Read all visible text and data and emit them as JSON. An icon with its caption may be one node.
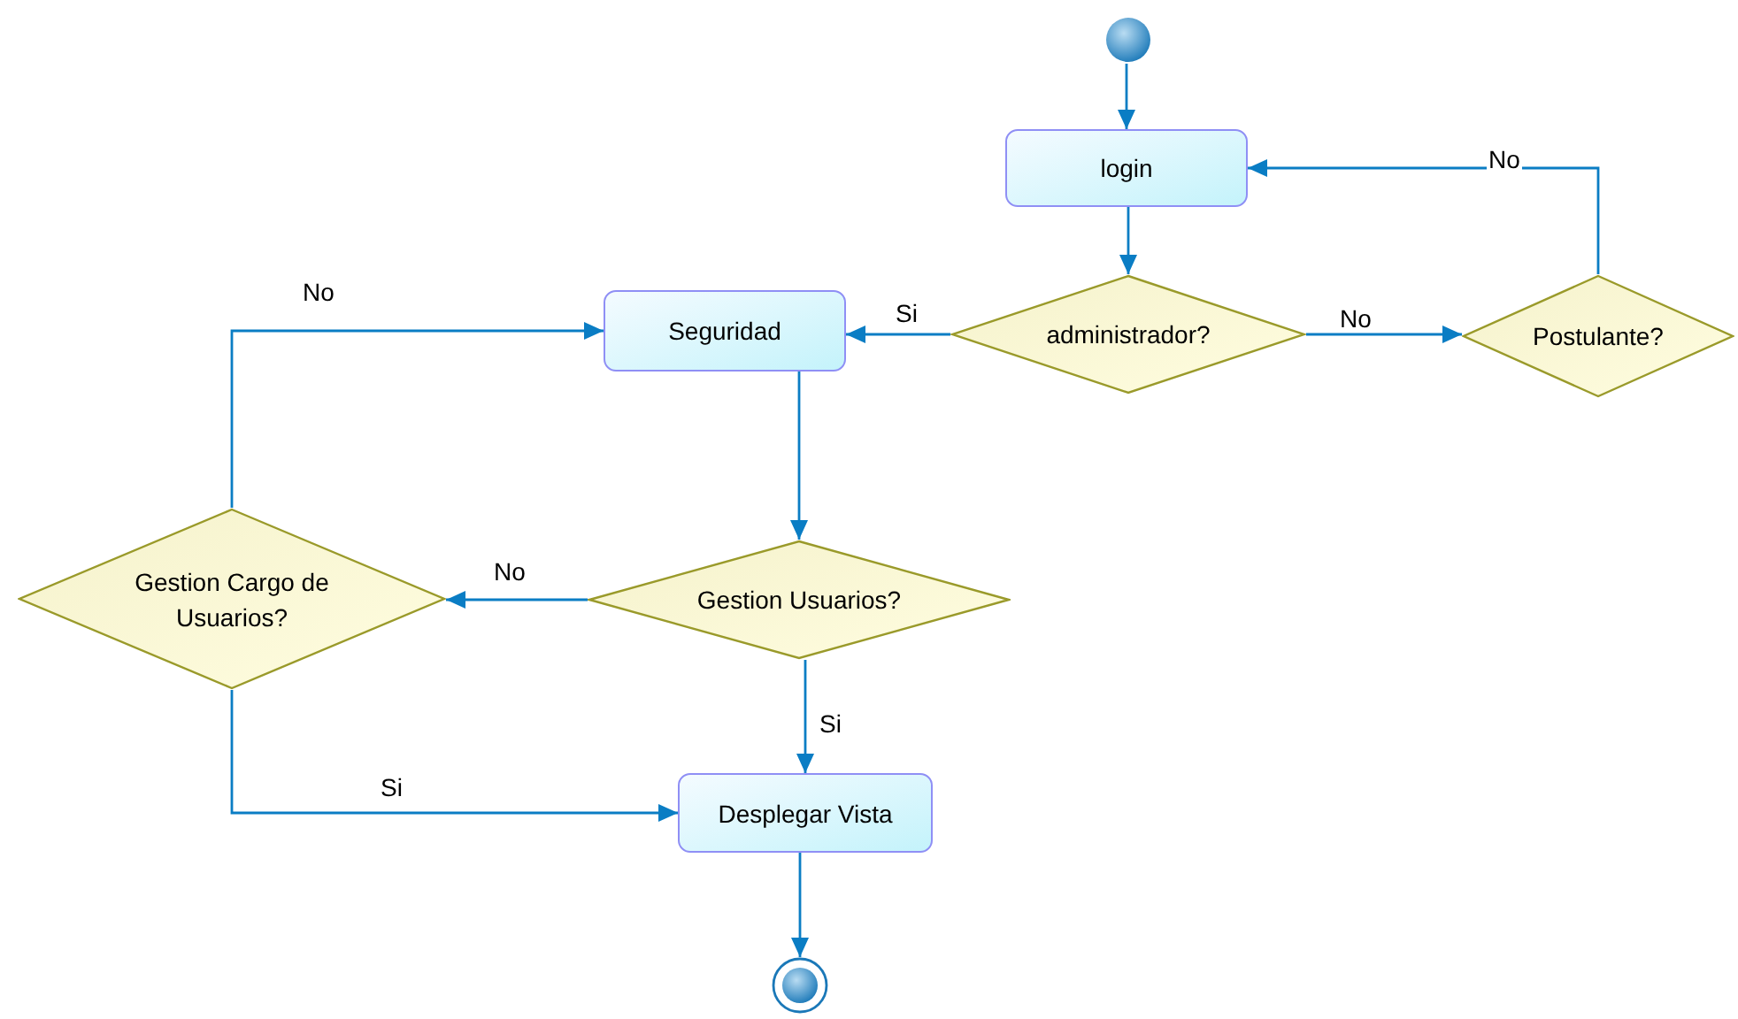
{
  "diagram": {
    "nodes": [
      {
        "text": [],
        "shape": "circle"
      },
      {
        "text": [
          "login"
        ]
      },
      {
        "text": [
          "administrador?"
        ]
      },
      {
        "text": [
          "Postulante?"
        ]
      },
      {
        "text": [
          "Seguridad"
        ]
      },
      {
        "text": [
          "Gestion Usuarios?"
        ]
      },
      {
        "text": [
          "Gestion Cargo de Usuarios?"
        ]
      },
      {
        "text": [
          "Desplegar Vista"
        ]
      },
      {
        "text": [],
        "shape": "circle"
      }
    ],
    "edges": [
      {
        "from": 0,
        "to": 1,
        "arrow": "to"
      },
      {
        "from": 1,
        "to": 2,
        "arrow": "to"
      },
      {
        "from": 2,
        "to": 4,
        "arrow": "to",
        "label": "Si"
      },
      {
        "from": 2,
        "to": 3,
        "arrow": "to",
        "label": "No"
      },
      {
        "from": 3,
        "to": 1,
        "arrow": "to",
        "label": "No"
      },
      {
        "from": 4,
        "to": 5,
        "arrow": "to"
      },
      {
        "from": 5,
        "to": 6,
        "arrow": "to",
        "label": "No"
      },
      {
        "from": 5,
        "to": 7,
        "arrow": "to",
        "label": "Si"
      },
      {
        "from": 6,
        "to": 4,
        "arrow": "to",
        "label": "No"
      },
      {
        "from": 6,
        "to": 7,
        "arrow": "to",
        "label": "Si"
      },
      {
        "from": 7,
        "to": 8,
        "arrow": "to"
      }
    ]
  }
}
